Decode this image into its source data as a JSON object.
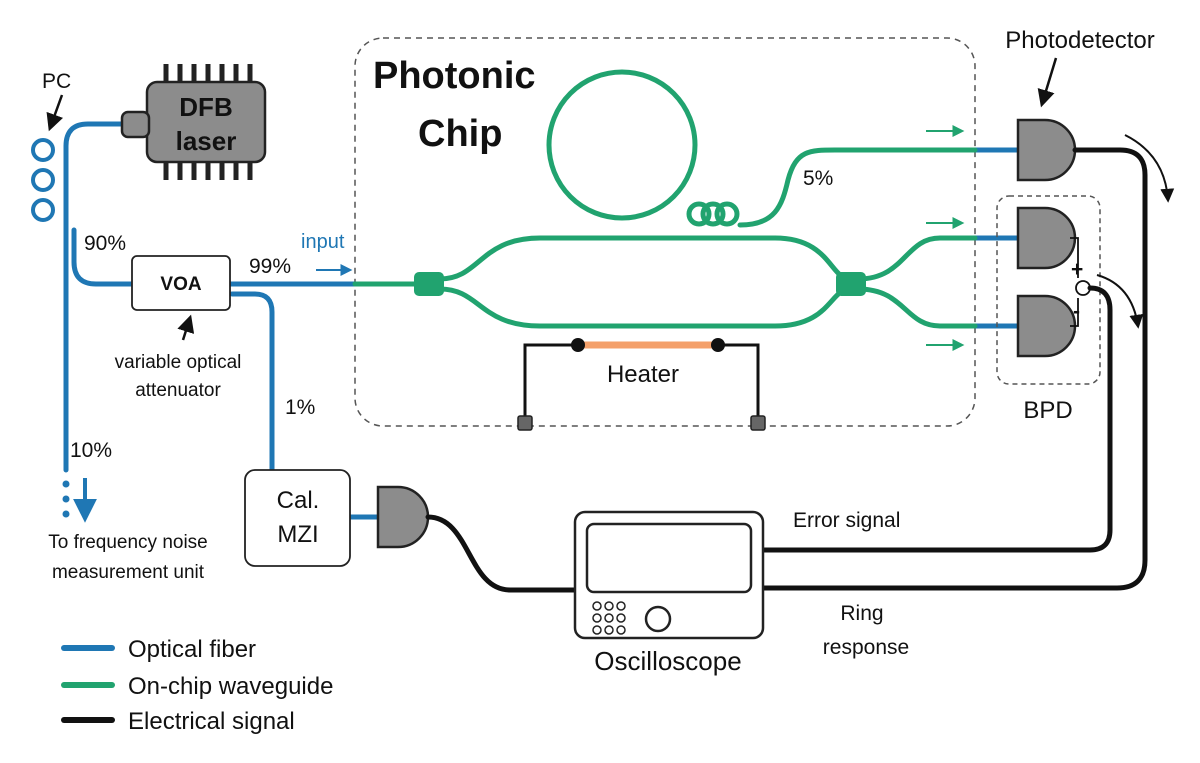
{
  "colors": {
    "fiber": "#1f77b4",
    "waveguide": "#21a36f",
    "electrical": "#111111",
    "heater": "#f4a06a",
    "device_fill": "#8c8c8c",
    "chip_border": "#555555"
  },
  "labels": {
    "pc": "PC",
    "dfb_line1": "DFB",
    "dfb_line2": "laser",
    "photonic_chip_line1": "Photonic",
    "photonic_chip_line2": "Chip",
    "photodetector": "Photodetector",
    "pct_90": "90%",
    "pct_99": "99%",
    "pct_1": "1%",
    "pct_10": "10%",
    "pct_5": "5%",
    "voa": "VOA",
    "voa_desc_line1": "variable optical",
    "voa_desc_line2": "attenuator",
    "input": "input",
    "heater": "Heater",
    "bpd": "BPD",
    "plus": "+",
    "minus": "-",
    "cal_line1": "Cal.",
    "cal_line2": "MZI",
    "freq_line1": "To frequency noise",
    "freq_line2": "measurement unit",
    "error_signal": "Error signal",
    "ring_line1": "Ring",
    "ring_line2": "response",
    "oscilloscope": "Oscilloscope"
  },
  "legend": [
    {
      "label": "Optical fiber",
      "color_key": "fiber"
    },
    {
      "label": "On-chip waveguide",
      "color_key": "waveguide"
    },
    {
      "label": "Electrical signal",
      "color_key": "electrical"
    }
  ]
}
